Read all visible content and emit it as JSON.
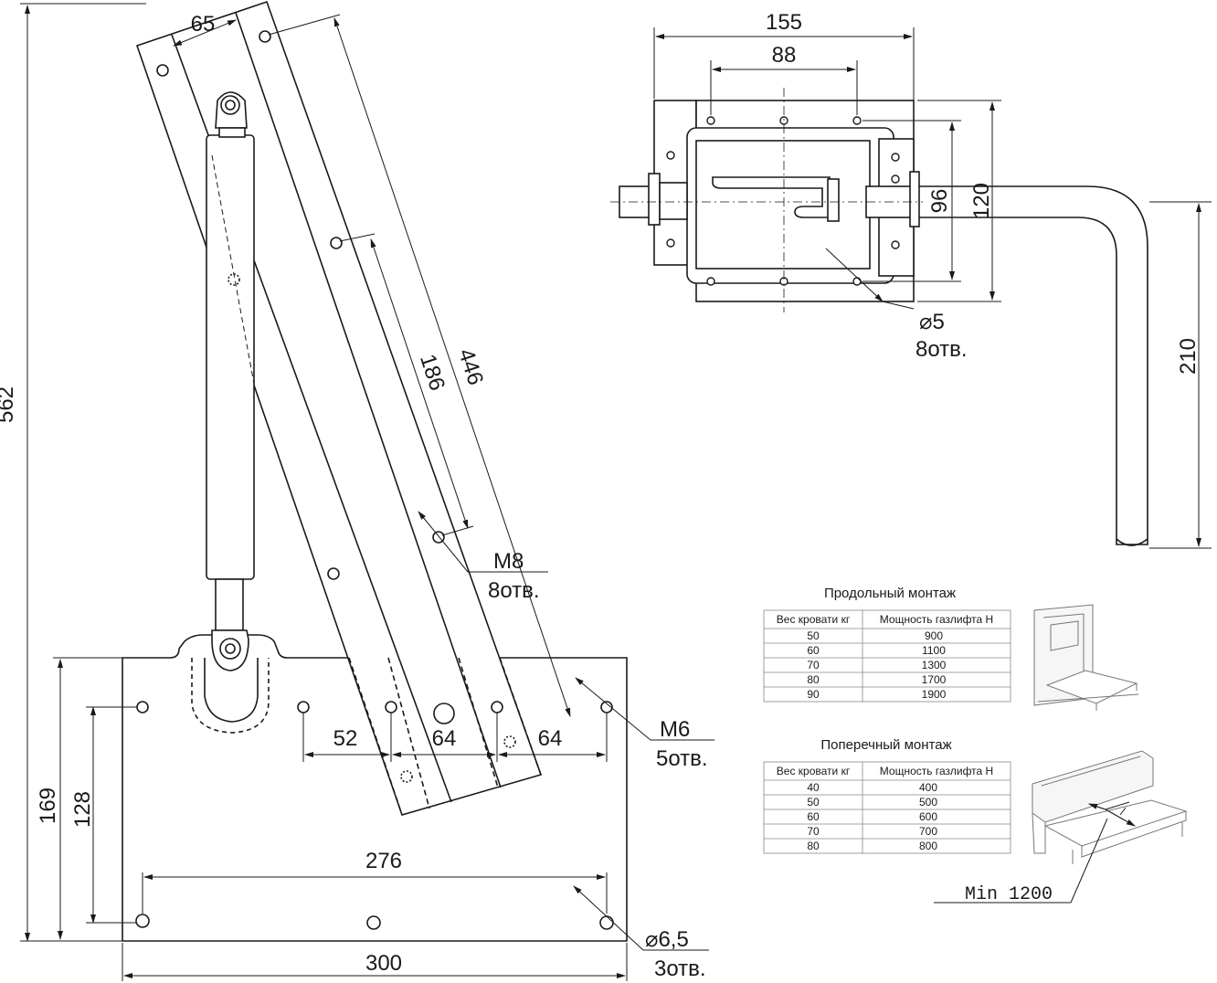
{
  "dimensions": {
    "total_height": "562",
    "strip_width": "65",
    "strip_holes_distance": "446",
    "strip_short_distance": "186",
    "strip_thread": "M8",
    "strip_thread_count": "8отв.",
    "plate_thread": "M6",
    "plate_thread_count": "5отв.",
    "plate_left_spacing": "52",
    "plate_mid_spacing": "64",
    "plate_right_spacing": "64",
    "plate_height": "169",
    "plate_inner_height": "128",
    "plate_holes_span": "276",
    "plate_width": "300",
    "plate_hole_dia": "⌀6,5",
    "plate_hole_count": "3отв.",
    "bracket_width": "155",
    "bracket_inner_width": "88",
    "bracket_height_inner": "96",
    "bracket_height": "120",
    "bar_drop": "210",
    "bracket_hole_dia": "⌀5",
    "bracket_hole_count": "8отв.",
    "min_width": "Min 1200"
  },
  "tables": {
    "longitudinal": {
      "title": "Продольный монтаж",
      "headers": [
        "Вес кровати кг",
        "Мощность газлифта Н"
      ],
      "rows": [
        [
          "50",
          "900"
        ],
        [
          "60",
          "1100"
        ],
        [
          "70",
          "1300"
        ],
        [
          "80",
          "1700"
        ],
        [
          "90",
          "1900"
        ]
      ]
    },
    "transverse": {
      "title": "Поперечный монтаж",
      "headers": [
        "Вес кровати кг",
        "Мощность газлифта Н"
      ],
      "rows": [
        [
          "40",
          "400"
        ],
        [
          "50",
          "500"
        ],
        [
          "60",
          "600"
        ],
        [
          "70",
          "700"
        ],
        [
          "80",
          "800"
        ]
      ]
    }
  }
}
